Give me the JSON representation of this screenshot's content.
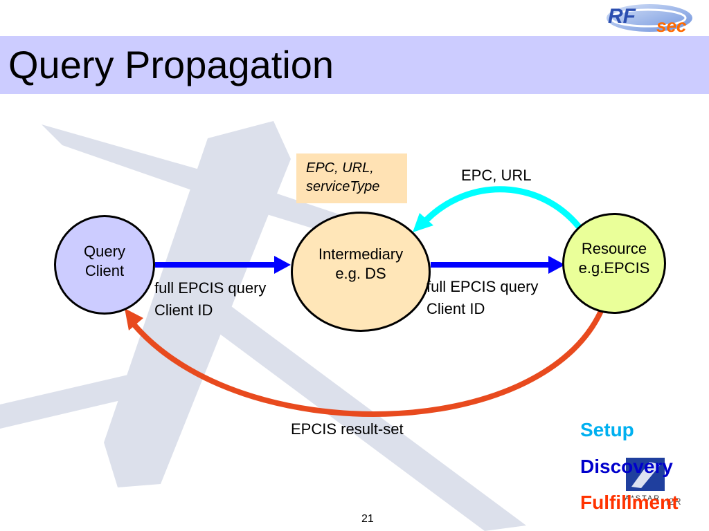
{
  "slide": {
    "title": "Query Propagation",
    "page_number": "21"
  },
  "nodes": {
    "client": {
      "line1": "Query",
      "line2": "Client"
    },
    "intermediary": {
      "line1": "Intermediary",
      "line2": "e.g. DS"
    },
    "resource": {
      "line1": "Resource",
      "line2": "e.g.EPCIS"
    }
  },
  "note_box": {
    "line1": "EPC, URL,",
    "line2": "serviceType"
  },
  "edges": {
    "register": {
      "label": "EPC, URL"
    },
    "client_to_intermediary": {
      "line1": "full EPCIS query",
      "line2": "Client ID"
    },
    "intermediary_to_resource": {
      "line1": "full EPCIS query",
      "line2": "Client ID"
    },
    "result": {
      "label": "EPCIS result-set"
    }
  },
  "legend": {
    "setup": "Setup",
    "discovery": "Discovery",
    "fulfillment": "Fulfillment"
  },
  "logos": {
    "rfsec": {
      "part1": "RF",
      "part2": "sec"
    },
    "astar": {
      "mark": "I2R",
      "name": "A*STAR"
    }
  },
  "colors": {
    "title_bar": "#ccccff",
    "client_node": "#ccccff",
    "intermediary_node": "#ffe6b8",
    "resource_node": "#eaff99",
    "note_box": "#ffe2b4",
    "query_arrow": "#0000ff",
    "register_arrow": "#00ffff",
    "result_arrow": "#e84a1e",
    "setup": "#00b0f0",
    "discovery": "#0000cc",
    "fulfillment": "#ff3300"
  }
}
